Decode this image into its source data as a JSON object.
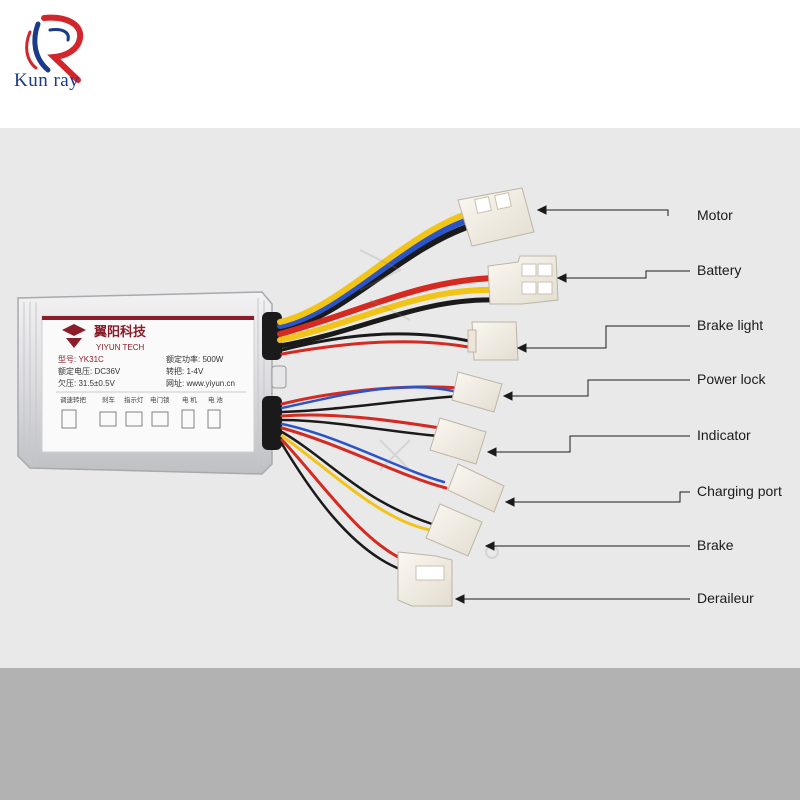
{
  "brand": {
    "name": "Kun ray"
  },
  "controller": {
    "company": "翼阳科技",
    "company_en": "YIYUN TECH",
    "model": "型号: YK31C",
    "rated_power": "额定功率: 500W",
    "rated_voltage": "额定电压: DC36V",
    "throttle": "转把: 1-4V",
    "undervoltage": "欠压: 31.5±0.5V",
    "website": "网址: www.yiyun.cn",
    "port_labels": [
      "调速转把",
      "刹车",
      "指示灯",
      "电门锁",
      "电 机",
      "电 池"
    ]
  },
  "connectors": [
    {
      "id": "motor",
      "label": "Motor"
    },
    {
      "id": "battery",
      "label": "Battery"
    },
    {
      "id": "brake-light",
      "label": "Brake light"
    },
    {
      "id": "power-lock",
      "label": "Power lock"
    },
    {
      "id": "indicator",
      "label": "Indicator"
    },
    {
      "id": "charging-port",
      "label": "Charging port"
    },
    {
      "id": "brake",
      "label": "Brake"
    },
    {
      "id": "derailleur",
      "label": "Deraileur"
    }
  ],
  "colors": {
    "logo_red": "#d0262c",
    "logo_blue": "#1a3a8a",
    "photo_bg": "#e9e9ea",
    "bottom_band": "#b2b2b3",
    "wire_red": "#d42a22",
    "wire_blue": "#2a54c8",
    "wire_yellow": "#f2c418",
    "wire_black": "#1a1a1a",
    "connector_white": "#f4efe6"
  }
}
